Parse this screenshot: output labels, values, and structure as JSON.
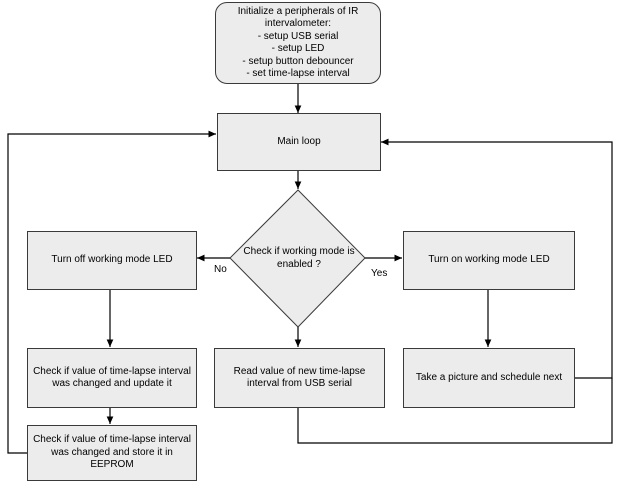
{
  "nodes": {
    "init": "Initialize a peripherals of IR\nintervalometer:\n- setup USB serial\n- setup LED\n- setup button debouncer\n- set time-lapse interval",
    "main_loop": "Main loop",
    "decision": "Check if working mode is\nenabled ?",
    "led_off": "Turn off working mode LED",
    "led_on": "Turn on working mode LED",
    "check_update": "Check if value of time-lapse interval\nwas changed and update it",
    "read_serial": "Read value of new time-lapse\ninterval from USB serial",
    "take_picture": "Take a picture and schedule next",
    "check_store": "Check if value of time-lapse interval\nwas changed and store it in\nEEPROM"
  },
  "edges": {
    "no": "No",
    "yes": "Yes"
  },
  "colors": {
    "box_fill": "#ececec",
    "stroke": "#000000"
  }
}
